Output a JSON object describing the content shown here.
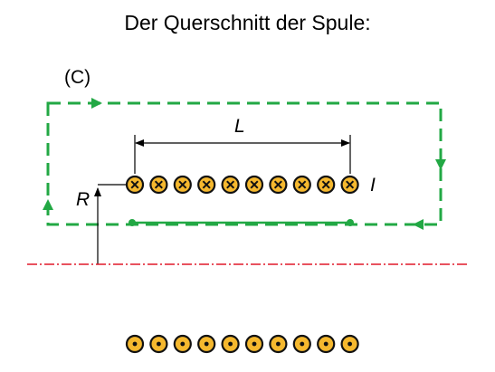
{
  "title": "Der Querschnitt der Spule:",
  "labels": {
    "contour": "(C)",
    "length": "L",
    "radius": "R",
    "current": "I"
  },
  "colors": {
    "contour": "#22a844",
    "axis": "#e0192a",
    "coil_fill": "#f5b82e",
    "coil_stroke": "#111111"
  },
  "coil": {
    "top_row": {
      "count": 10,
      "symbol": "cross-into-page"
    },
    "bottom_row": {
      "count": 10,
      "symbol": "dot-out-of-page"
    }
  }
}
